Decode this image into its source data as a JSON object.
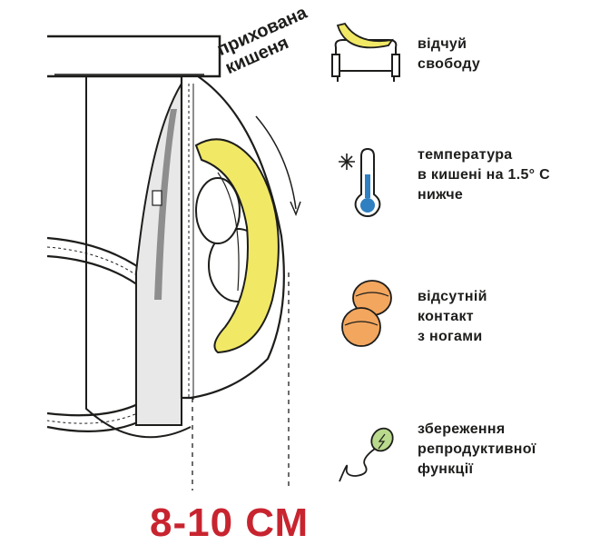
{
  "pocket_label": "прихована\nкишеня",
  "features": [
    {
      "text": "відчуй\nсвободу",
      "icon": "banana-sofa-icon"
    },
    {
      "text": "температура\nв кишені на 1.5° С\nнижче",
      "icon": "thermometer-snowflake-icon"
    },
    {
      "text": "відсутній\nконтакт\nз ногами",
      "icon": "two-balls-icon"
    },
    {
      "text": "збереження\nрепродуктивної\nфункції",
      "icon": "sperm-cell-icon"
    }
  ],
  "size_label": "8-10 СМ",
  "colors": {
    "accent_red": "#c8242f",
    "banana_yellow": "#f1e866",
    "ball_orange": "#f2a65e",
    "thermo_blue": "#2f7fc1",
    "line_dark": "#1d1d1b"
  }
}
